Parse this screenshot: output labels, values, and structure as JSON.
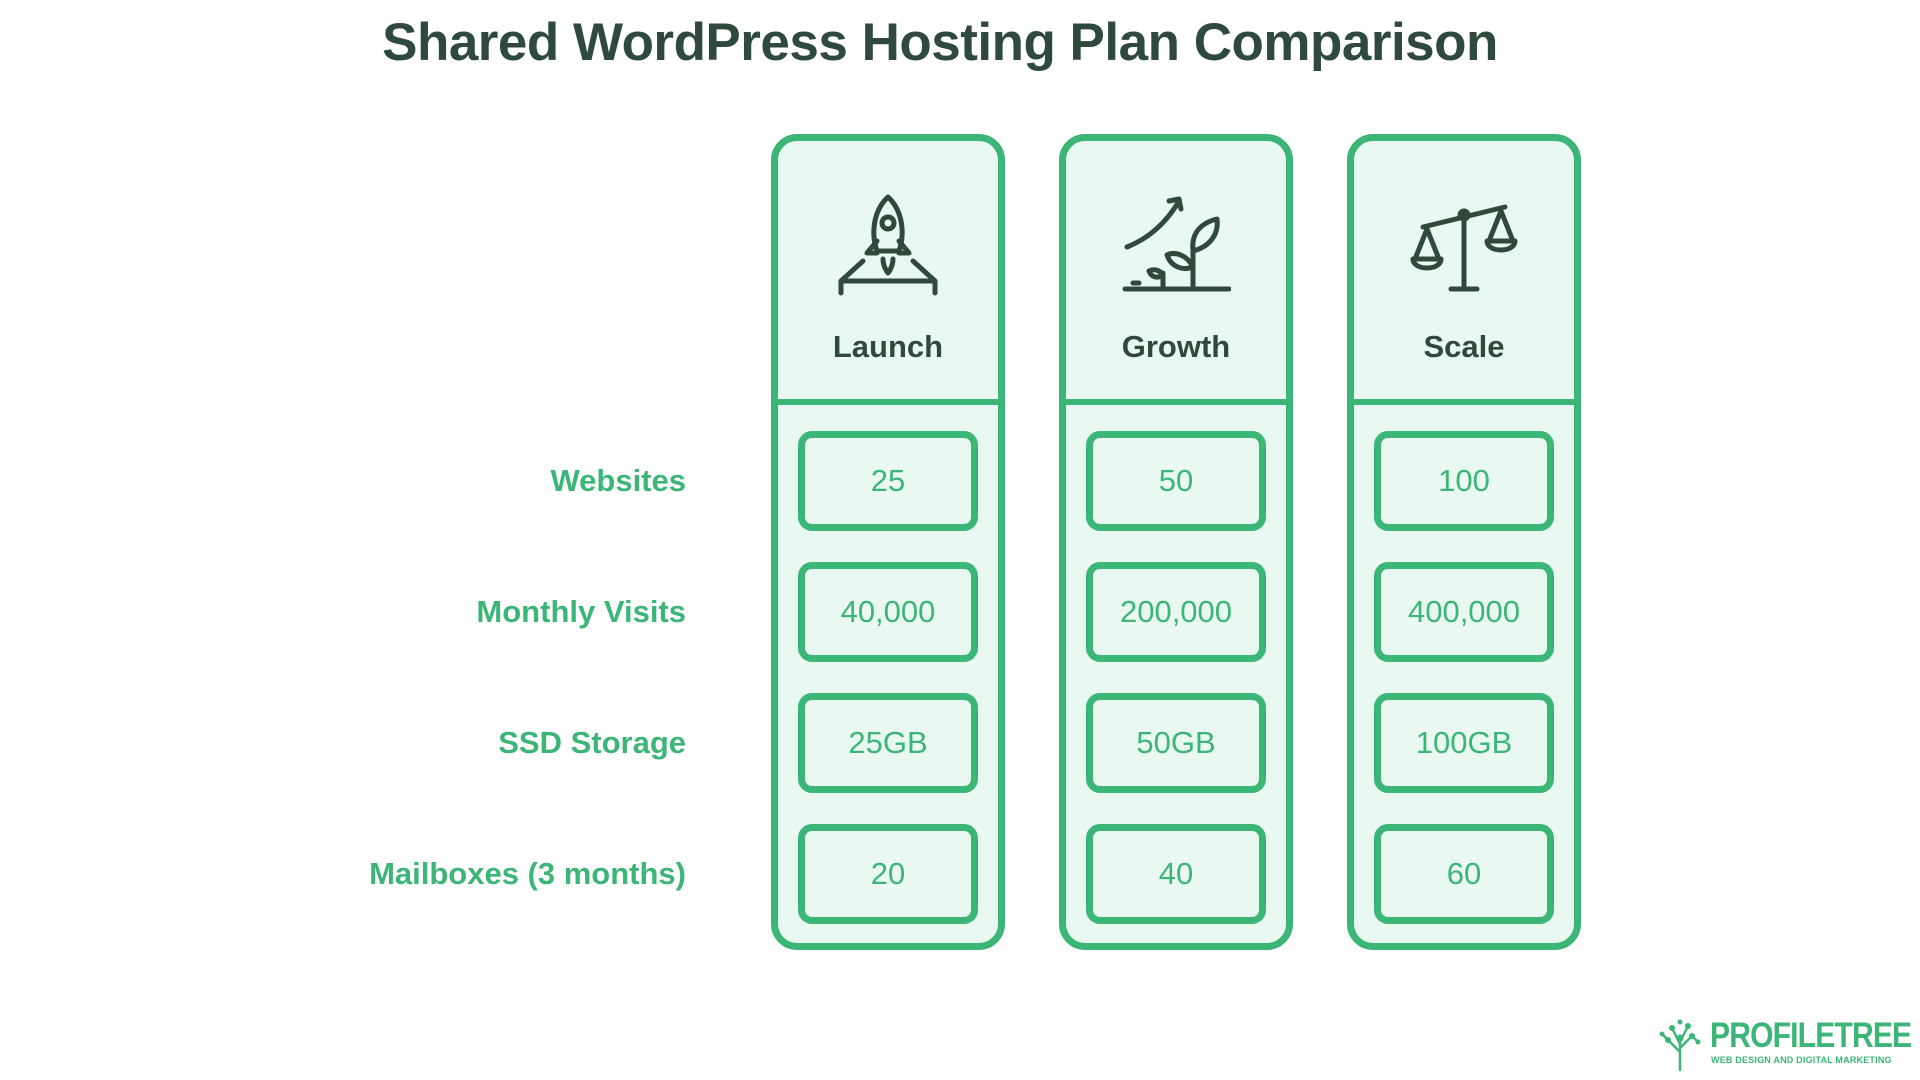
{
  "title": "Shared WordPress Hosting Plan Comparison",
  "row_labels": [
    "Websites",
    "Monthly Visits",
    "SSD Storage",
    "Mailboxes (3 months)"
  ],
  "plans": [
    {
      "name": "Launch",
      "icon": "rocket-launch-icon",
      "values": [
        "25",
        "40,000",
        "25GB",
        "20"
      ]
    },
    {
      "name": "Growth",
      "icon": "growth-plant-chart-icon",
      "values": [
        "50",
        "200,000",
        "50GB",
        "40"
      ]
    },
    {
      "name": "Scale",
      "icon": "balance-scale-icon",
      "values": [
        "100",
        "400,000",
        "100GB",
        "60"
      ]
    }
  ],
  "brand": {
    "name": "PROFILETREE",
    "tagline": "WEB DESIGN AND DIGITAL MARKETING",
    "icon": "tree-network-icon"
  },
  "colors": {
    "accent": "#3cb676",
    "card_fill": "#eaf8f2",
    "heading": "#2f4a3d"
  }
}
